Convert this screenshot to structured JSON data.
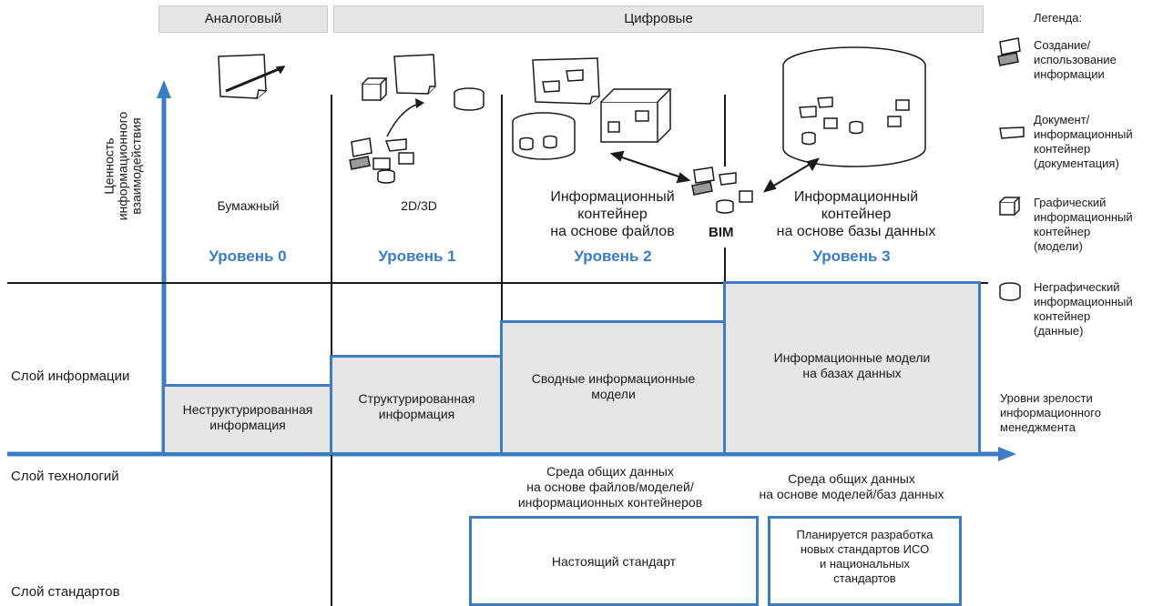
{
  "header": {
    "analog": "Аналоговый",
    "digital": "Цифровые"
  },
  "y_axis_label_line1": "Ценность",
  "y_axis_label_line2": "информационного",
  "y_axis_label_line3": "взаимодействия",
  "x_axis_label": [
    "Уровни зрелости",
    "информационного",
    "менеджмента"
  ],
  "columns": [
    {
      "title": "Бумажный",
      "level": "Уровень 0"
    },
    {
      "title": "2D/3D",
      "level": "Уровень 1"
    },
    {
      "title": [
        "Информационный",
        "контейнер",
        "на основе файлов"
      ],
      "level": "Уровень 2"
    },
    {
      "title": [
        "Информационный",
        "контейнер",
        "на основе базы данных"
      ],
      "level": "Уровень 3"
    }
  ],
  "bim_label": "BIM",
  "rows": {
    "info_layer": "Слой информации",
    "tech_layer": "Слой технологий",
    "standards_layer": "Слой стандартов"
  },
  "steps": [
    [
      "Неструктурированная",
      "информация"
    ],
    [
      "Структурированная",
      "информация"
    ],
    [
      "Сводные информационные",
      "модели"
    ],
    [
      "Информационные модели",
      "на базах данных"
    ]
  ],
  "tech": {
    "files": [
      "Среда общих данных",
      "на основе файлов/моделей/",
      "информационных контейнеров"
    ],
    "db": [
      "Среда общих данных",
      "на основе моделей/баз данных"
    ]
  },
  "standards": {
    "current": "Настоящий стандарт",
    "planned": [
      "Планируется разработка",
      "новых стандартов ИСО",
      "и национальных",
      "стандартов"
    ]
  },
  "legend": {
    "title": "Легенда:",
    "items": [
      {
        "icon": "create-use-icon",
        "lines": [
          "Создание/",
          "использование",
          "информации"
        ]
      },
      {
        "icon": "document-icon",
        "lines": [
          "Документ/",
          "информационный",
          "контейнер",
          "(документация)"
        ]
      },
      {
        "icon": "graphic-cube-icon",
        "lines": [
          "Графический",
          "информационный",
          "контейнер",
          "(модели)"
        ]
      },
      {
        "icon": "database-icon",
        "lines": [
          "Неграфический",
          "информационный",
          "контейнер",
          "(данные)"
        ]
      }
    ]
  },
  "colors": {
    "accent": "#3b7cc3",
    "step_fill": "#e6e6e6",
    "line": "#1a1a1a"
  }
}
